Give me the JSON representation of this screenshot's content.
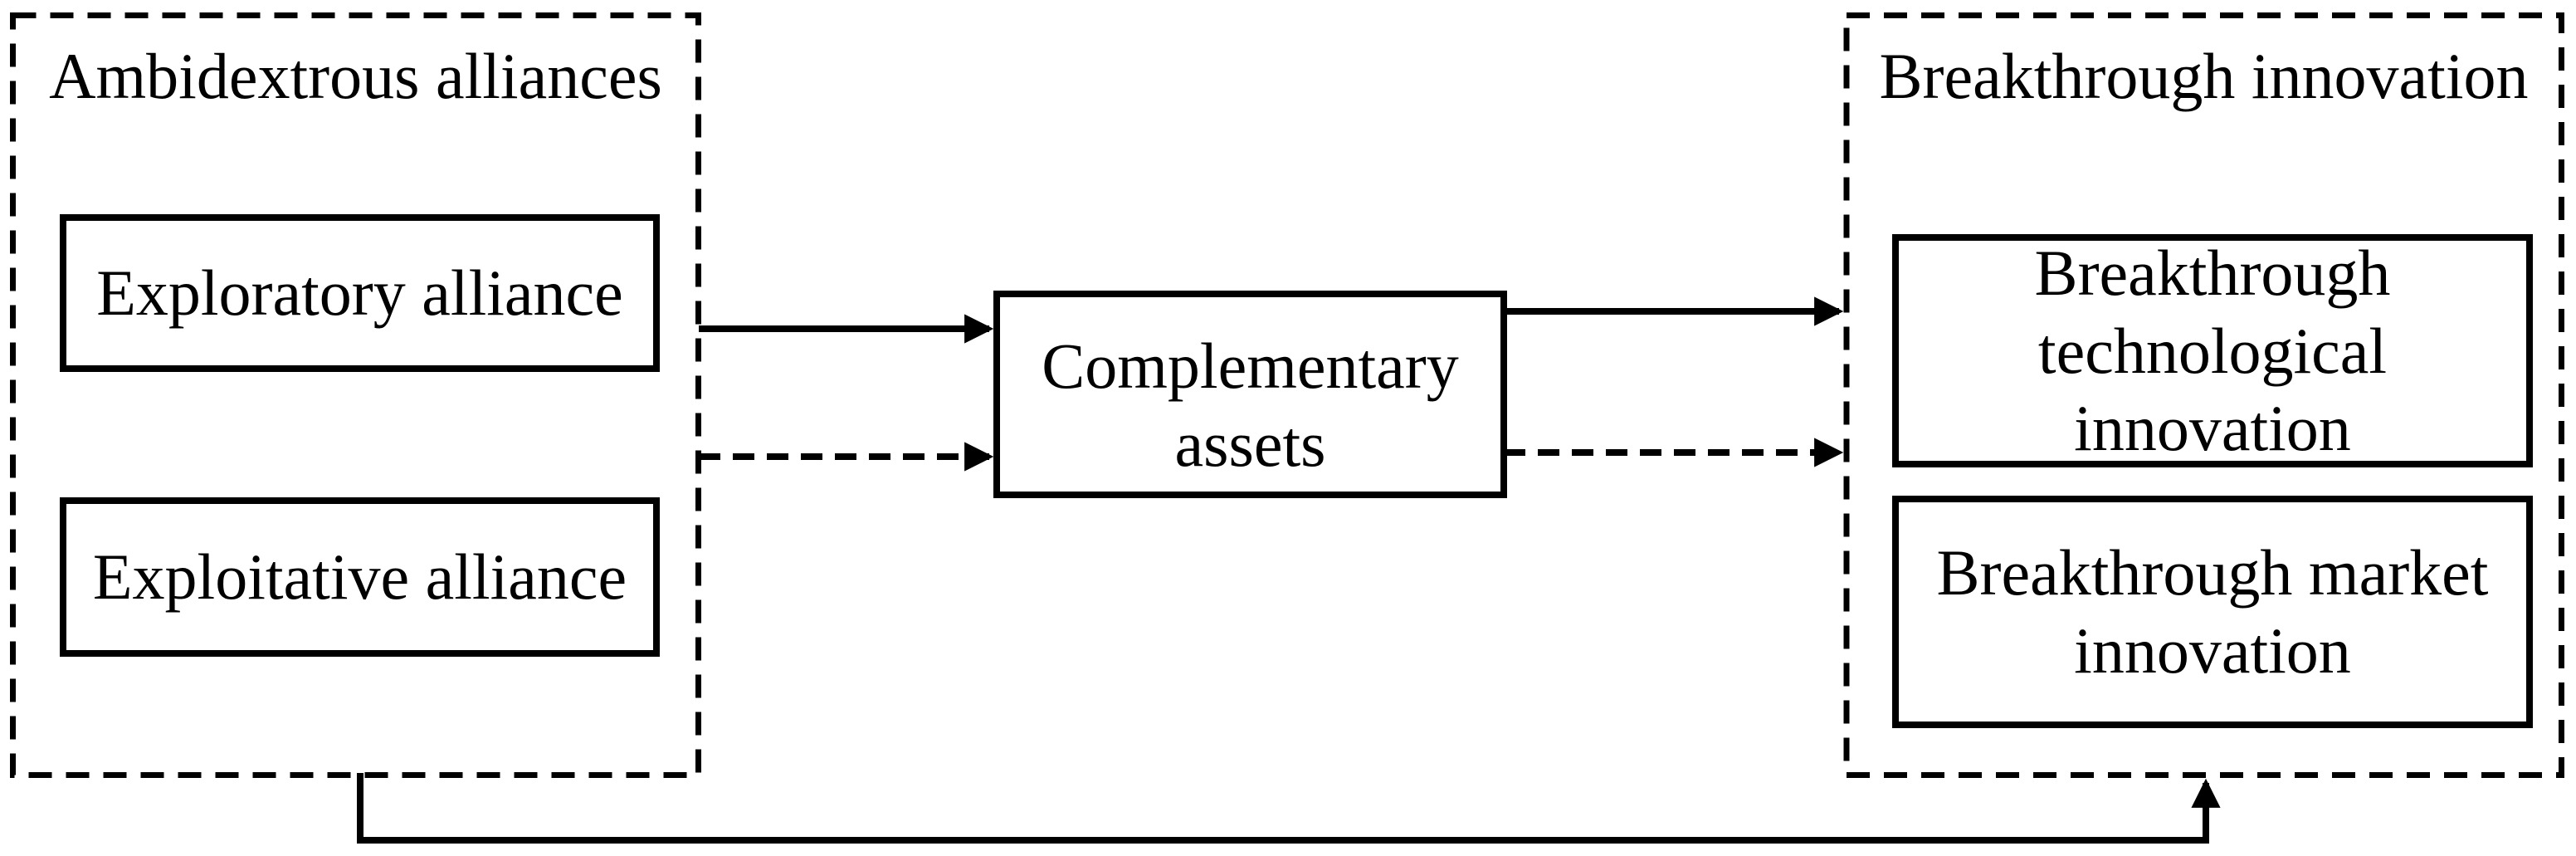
{
  "figure": {
    "background_color": "#ffffff",
    "ink_color": "#000000",
    "left_group": {
      "title": "Ambidextrous alliances",
      "items": [
        {
          "label": "Exploratory alliance"
        },
        {
          "label": "Exploitative alliance"
        }
      ]
    },
    "mediator": {
      "label": "Complementary\nassets"
    },
    "right_group": {
      "title": "Breakthrough innovation",
      "items": [
        {
          "label": "Breakthrough\ntechnological\ninnovation"
        },
        {
          "label": "Breakthrough market\ninnovation"
        }
      ]
    },
    "edges": [
      {
        "from": "Ambidextrous alliances",
        "to": "Complementary assets",
        "style": "solid"
      },
      {
        "from": "Ambidextrous alliances",
        "to": "Complementary assets",
        "style": "dashed"
      },
      {
        "from": "Complementary assets",
        "to": "Breakthrough innovation",
        "style": "solid"
      },
      {
        "from": "Complementary assets",
        "to": "Breakthrough innovation",
        "style": "dashed"
      },
      {
        "from": "Ambidextrous alliances",
        "to": "Breakthrough innovation",
        "style": "solid",
        "route": "bottom-feedback"
      }
    ]
  }
}
